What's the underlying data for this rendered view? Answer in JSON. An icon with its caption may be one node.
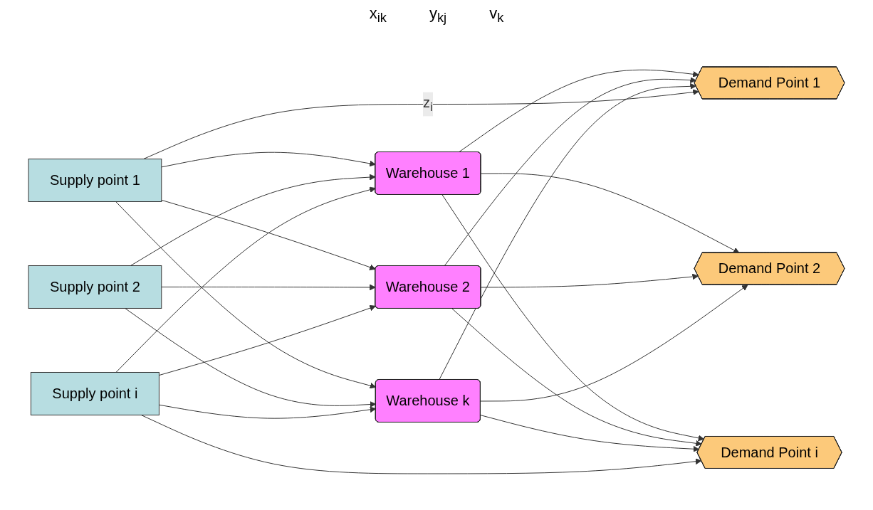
{
  "diagram": {
    "nodes": [
      {
        "text": [
          "Supply point 1"
        ]
      },
      {
        "text": [
          "Supply point 2"
        ]
      },
      {
        "text": [
          "Supply point i"
        ]
      },
      {
        "text": [
          "Warehouse 1"
        ]
      },
      {
        "text": [
          "Warehouse 2"
        ]
      },
      {
        "text": [
          "Warehouse k"
        ]
      },
      {
        "text": [
          "Demand Point 1"
        ]
      },
      {
        "text": [
          "Demand Point 2"
        ]
      },
      {
        "text": [
          "Demand Point i"
        ]
      }
    ],
    "edges": [
      {
        "from": 0,
        "to": 3,
        "arrow": "to"
      },
      {
        "from": 0,
        "to": 4,
        "arrow": "to"
      },
      {
        "from": 0,
        "to": 5,
        "arrow": "to"
      },
      {
        "from": 1,
        "to": 3,
        "arrow": "to"
      },
      {
        "from": 1,
        "to": 4,
        "arrow": "to"
      },
      {
        "from": 1,
        "to": 5,
        "arrow": "to"
      },
      {
        "from": 2,
        "to": 3,
        "arrow": "to"
      },
      {
        "from": 2,
        "to": 4,
        "arrow": "to"
      },
      {
        "from": 2,
        "to": 5,
        "arrow": "to"
      },
      {
        "from": 3,
        "to": 6,
        "arrow": "to"
      },
      {
        "from": 3,
        "to": 7,
        "arrow": "to"
      },
      {
        "from": 3,
        "to": 8,
        "arrow": "to"
      },
      {
        "from": 4,
        "to": 6,
        "arrow": "to"
      },
      {
        "from": 4,
        "to": 7,
        "arrow": "to"
      },
      {
        "from": 4,
        "to": 8,
        "arrow": "to"
      },
      {
        "from": 5,
        "to": 6,
        "arrow": "to"
      },
      {
        "from": 5,
        "to": 7,
        "arrow": "to"
      },
      {
        "from": 5,
        "to": 8,
        "arrow": "to"
      },
      {
        "from": 0,
        "to": 6,
        "arrow": "to",
        "label": "z$_{i}$"
      },
      {
        "from": 2,
        "to": 8,
        "arrow": "to"
      }
    ],
    "labels": [
      "x$_{ik}$",
      "y$_{kj}$",
      "v$_{k}$"
    ]
  }
}
